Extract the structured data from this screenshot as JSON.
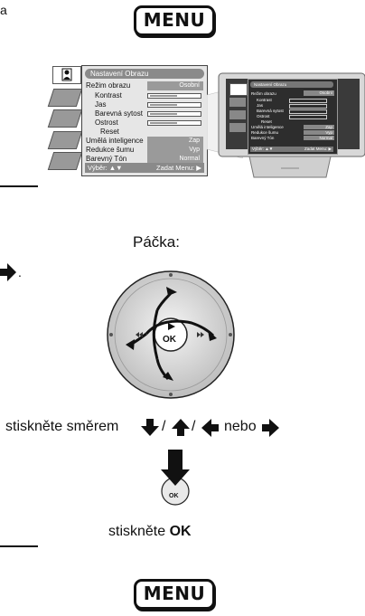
{
  "fragments": {
    "top_left": "a",
    "arrow_dot": "."
  },
  "menu_key_label": "MENU",
  "osd": {
    "title": "Nastavení Obrazu",
    "mode_label": "Režim obrazu",
    "mode_value": "Osobní",
    "items": [
      "Kontrast",
      "Jas",
      "Barevná sytost",
      "Ostrost"
    ],
    "reset": "Reset",
    "ai_label": "Umělá inteligence",
    "ai_value": "Zap",
    "noise_label": "Redukce šumu",
    "noise_value": "Vyp",
    "tone_label": "Barevný Tón",
    "tone_value": "Normal",
    "footer_left": "Výběr: ▲▼",
    "footer_right": "Zadat Menu: ▶"
  },
  "tv_osd": {
    "title": "Nastavení Obrazu",
    "mode_label": "Režim obrazu",
    "mode_value": "Osobní",
    "items": [
      "Kontrast",
      "Jas",
      "Barevná sytost",
      "Ostrost"
    ],
    "reset": "Reset",
    "ai_label": "Umělá inteligence",
    "ai_value": "Zap",
    "noise_label": "Redukce šumu",
    "noise_value": "Vyp",
    "tone_label": "Barevný Tón",
    "tone_value": "Normal",
    "footer_left": "Výběr: ▲▼",
    "footer_right": "Zadat Menu: ▶"
  },
  "joystick": {
    "label": "Páčka:",
    "center_label": "OK"
  },
  "instructions": {
    "press_direction_prefix": "stiskněte směrem",
    "slash": "/",
    "or": "nebo",
    "press_ok_prefix": "stiskněte",
    "press_ok_key": "OK"
  },
  "ok_button_label": "OK"
}
